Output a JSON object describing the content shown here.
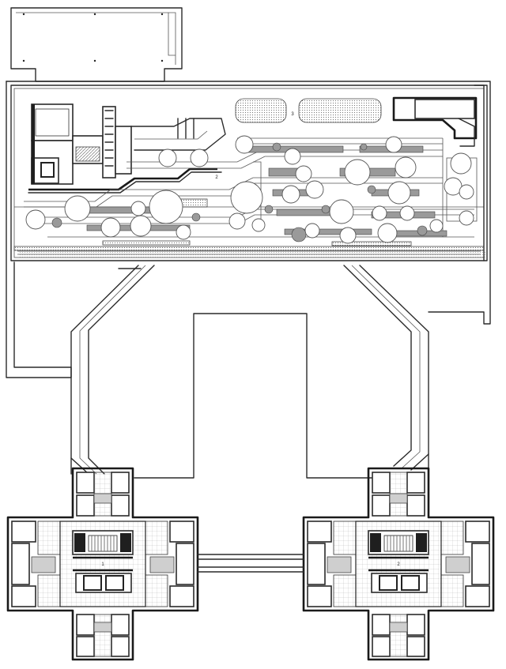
{
  "labels": {
    "pavilion": "1",
    "garden": "2",
    "area_3": "3",
    "tower_left": "1",
    "tower_right": "2"
  }
}
